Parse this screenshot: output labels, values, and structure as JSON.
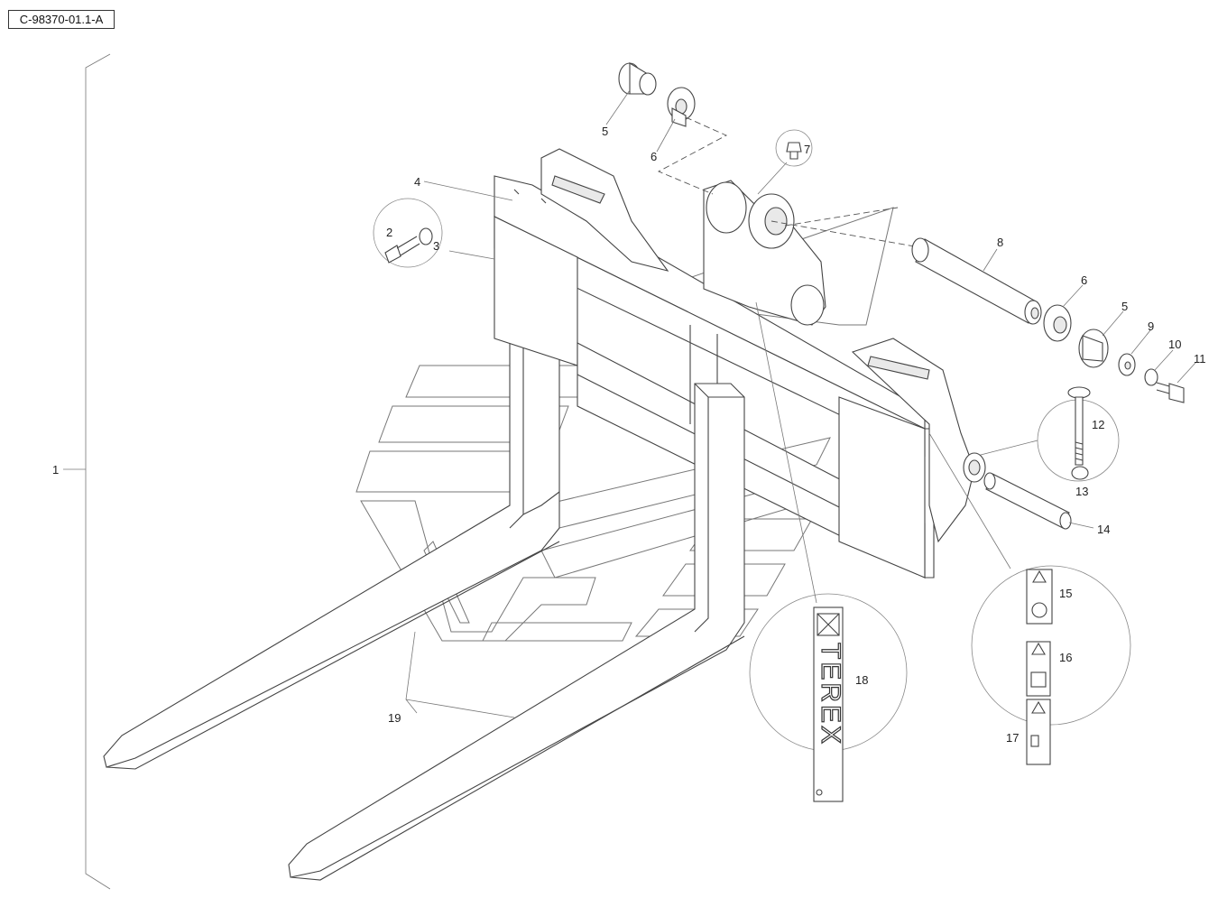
{
  "drawing": {
    "reference": "C-98370-01.1-A",
    "decal_brand": "TEREX"
  },
  "callouts": [
    {
      "id": "c1",
      "label": "1"
    },
    {
      "id": "c2",
      "label": "2"
    },
    {
      "id": "c3",
      "label": "3"
    },
    {
      "id": "c4",
      "label": "4"
    },
    {
      "id": "c5a",
      "label": "5"
    },
    {
      "id": "c6a",
      "label": "6"
    },
    {
      "id": "c7",
      "label": "7"
    },
    {
      "id": "c8",
      "label": "8"
    },
    {
      "id": "c6b",
      "label": "6"
    },
    {
      "id": "c5b",
      "label": "5"
    },
    {
      "id": "c9",
      "label": "9"
    },
    {
      "id": "c10",
      "label": "10"
    },
    {
      "id": "c11",
      "label": "11"
    },
    {
      "id": "c12",
      "label": "12"
    },
    {
      "id": "c13",
      "label": "13"
    },
    {
      "id": "c14",
      "label": "14"
    },
    {
      "id": "c15",
      "label": "15"
    },
    {
      "id": "c16",
      "label": "16"
    },
    {
      "id": "c17",
      "label": "17"
    },
    {
      "id": "c18",
      "label": "18"
    },
    {
      "id": "c19",
      "label": "19"
    }
  ]
}
